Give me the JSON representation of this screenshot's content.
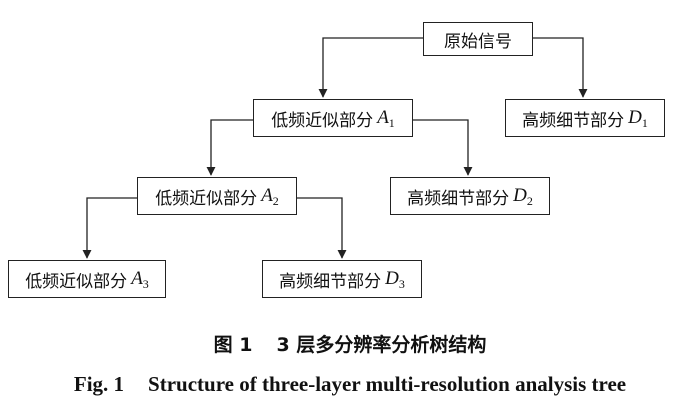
{
  "nodes": {
    "root": {
      "text": "原始信号"
    },
    "a1": {
      "text": "低频近似部分",
      "symbol": "A",
      "sub": "1"
    },
    "d1": {
      "text": "高频细节部分",
      "symbol": "D",
      "sub": "1"
    },
    "a2": {
      "text": "低频近似部分",
      "symbol": "A",
      "sub": "2"
    },
    "d2": {
      "text": "高频细节部分",
      "symbol": "D",
      "sub": "2"
    },
    "a3": {
      "text": "低频近似部分",
      "symbol": "A",
      "sub": "3"
    },
    "d3": {
      "text": "高频细节部分",
      "symbol": "D",
      "sub": "3"
    }
  },
  "caption": {
    "zh_label": "图 1",
    "zh_title": "3 层多分辨率分析树结构",
    "en_label": "Fig. 1",
    "en_title": "Structure of three-layer multi-resolution analysis tree"
  }
}
